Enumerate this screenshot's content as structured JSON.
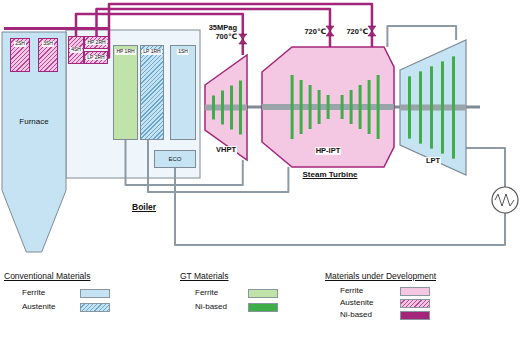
{
  "diagram": {
    "nodes": [
      {
        "text": [
          "Furnace"
        ]
      },
      {
        "text": [
          "2SH"
        ],
        "in": 0
      },
      {
        "text": [
          "3SH"
        ],
        "in": 0
      },
      {
        "text": [
          "4SH"
        ]
      },
      {
        "text": [
          "HP 2RH"
        ]
      },
      {
        "text": [
          "LP 2RH"
        ]
      },
      {
        "text": [
          "HP 1RH"
        ]
      },
      {
        "text": [
          "LP 1RH"
        ]
      },
      {
        "text": [
          "1SH"
        ]
      },
      {
        "text": [
          "ECO"
        ]
      },
      {
        "text": [
          "VHPT"
        ]
      },
      {
        "text": [
          "HP-IPT"
        ]
      },
      {
        "text": [
          "LPT"
        ]
      }
    ],
    "edges": [
      {
        "from": 3,
        "to": 10,
        "arrow": "none"
      },
      {
        "from": 4,
        "to": 11,
        "arrow": "none"
      },
      {
        "from": 5,
        "to": 11,
        "arrow": "none"
      },
      {
        "from": 10,
        "to": 6,
        "arrow": "none"
      },
      {
        "from": 11,
        "to": 7,
        "arrow": "none"
      },
      {
        "from": 11,
        "to": 12,
        "arrow": "none"
      },
      {
        "from": 12,
        "to": 9,
        "arrow": "none"
      }
    ],
    "labels": [
      "35MPag 700℃",
      "720℃",
      "720℃",
      "Boiler",
      "Steam Turbine",
      "Conventional Materials",
      "GT Materials",
      "Materials under Development"
    ],
    "legend": [
      {
        "text": "Ferrite",
        "color": "#c5e3f3"
      },
      {
        "text": "Austenite"
      },
      {
        "text": "Ferrite",
        "color": "#bfe3a9"
      },
      {
        "text": "Ni-based",
        "color": "#3fae49"
      },
      {
        "text": "Ferrite",
        "color": "#f4c8e3"
      },
      {
        "text": "Austenite"
      },
      {
        "text": "Ni-based",
        "color": "#a3267a"
      }
    ]
  }
}
